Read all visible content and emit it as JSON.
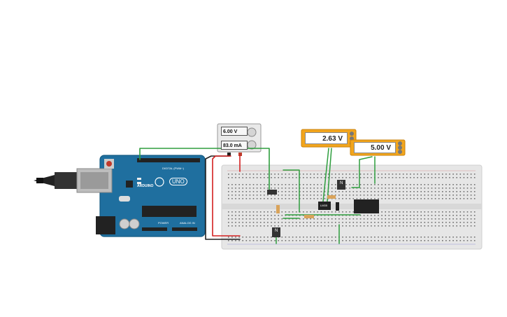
{
  "power_supply": {
    "voltage_reading": "6.00 V",
    "current_reading": "83.0 mA"
  },
  "multimeters": [
    {
      "reading": "2.63 V"
    },
    {
      "reading": "5.00 V"
    }
  ],
  "arduino": {
    "brand": "ARDUINO",
    "model": "UNO",
    "digital_label": "DIGITAL (PWM~)",
    "power_label": "POWER",
    "analog_label": "ANALOG IN"
  },
  "components": {
    "ic_label": "LM35",
    "transistor_label_1": "N",
    "transistor_label_2": "N"
  },
  "colors": {
    "arduino_blue": "#1f6f9f",
    "meter_frame": "#e8a317",
    "wire_green": "#2e9e3e",
    "wire_red": "#d42020",
    "wire_black": "#222222",
    "breadboard": "#e4e4e4"
  }
}
